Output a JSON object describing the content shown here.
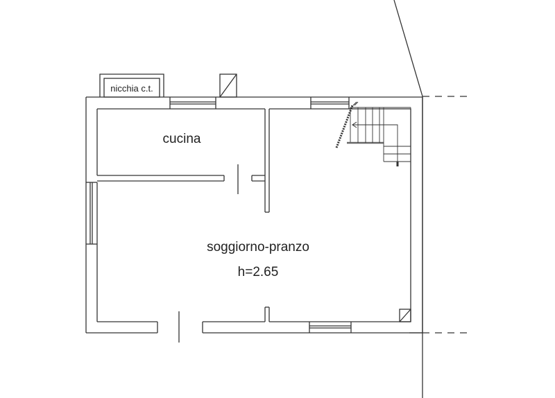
{
  "plan": {
    "line_color": "#333333",
    "background": "#ffffff",
    "rooms": [
      {
        "id": "cucina",
        "label": "cucina"
      },
      {
        "id": "soggiorno",
        "label": "soggiorno-pranzo",
        "height_label": "h=2.65"
      }
    ],
    "annotations": [
      {
        "id": "nicchia",
        "label": "nicchia c.t."
      }
    ]
  }
}
